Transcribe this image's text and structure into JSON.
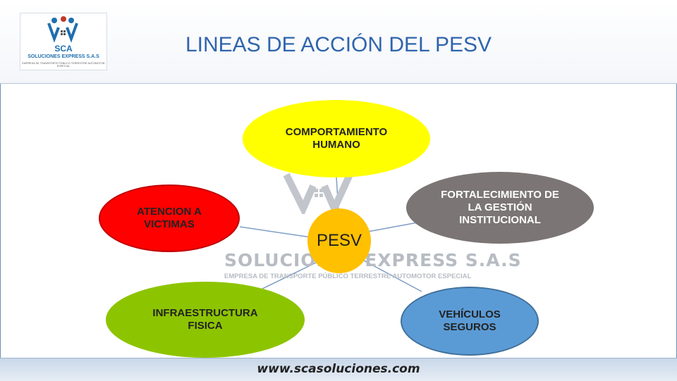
{
  "logo": {
    "name": "SCA",
    "subtitle": "SOLUCIONES EXPRESS S.A.S",
    "tagline": "EMPRESA DE TRANSPORTE PÚBLICO TERRESTRE AUTOMOTOR ESPECIAL"
  },
  "title": "LINEAS DE ACCIÓN DEL PESV",
  "watermark": {
    "name": "SOLUCIONES EXPRESS S.A.S",
    "subtitle": "EMPRESA DE TRANSPORTE PÚBLICO TERRESTRE AUTOMOTOR ESPECIAL"
  },
  "diagram": {
    "center": "PESV",
    "nodes": {
      "top": "COMPORTAMIENTO HUMANO",
      "left": "ATENCION A VICTIMAS",
      "right": "FORTALECIMIENTO DE LA GESTIÓN INSTITUCIONAL",
      "bottom_left": "INFRAESTRUCTURA FISICA",
      "bottom_right": "VEHÍCULOS SEGUROS"
    }
  },
  "colors": {
    "top": "#ffff00",
    "left": "#ff0000",
    "right": "#7b7575",
    "bottom_left": "#8dc400",
    "bottom_right": "#5b9bd5",
    "center": "#ffc000",
    "title": "#2f65ad"
  },
  "footer": {
    "url": "www.scasoluciones.com"
  }
}
